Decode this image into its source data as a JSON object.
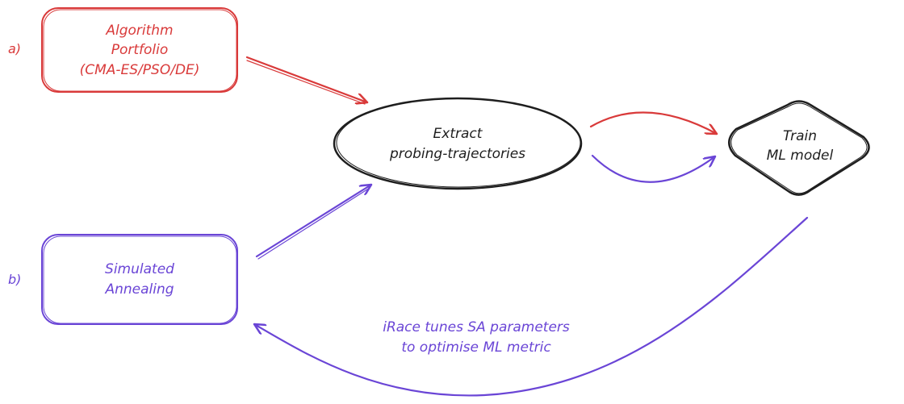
{
  "colors": {
    "red": "#d93a3a",
    "purple": "#6a45d6",
    "black": "#1e1e1e"
  },
  "labels": {
    "row_a": "a)",
    "row_b": "b)"
  },
  "nodes": {
    "portfolio": {
      "line1": "Algorithm",
      "line2": "Portfolio",
      "line3": "(CMA-ES/PSO/DE)"
    },
    "annealing": {
      "line1": "Simulated",
      "line2": "Annealing"
    },
    "extract": {
      "line1": "Extract",
      "line2": "probing-trajectories"
    },
    "train": {
      "line1": "Train",
      "line2": "ML model"
    }
  },
  "loop_label": {
    "line1": "iRace tunes SA parameters",
    "line2": "to optimise ML metric"
  }
}
